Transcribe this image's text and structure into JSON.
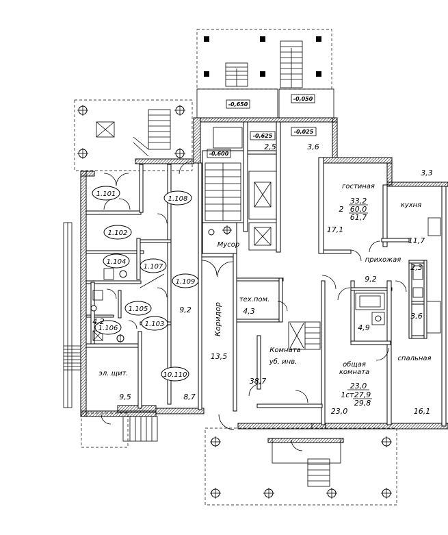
{
  "rooms": {
    "r1101": "1.101",
    "r1102": "1.102",
    "r1103": "1.103",
    "r1104": "1.104",
    "r1105": "1.105",
    "r1106": "1.106",
    "r1107": "1.107",
    "r1108": "1.108",
    "r1109": "1.109",
    "r10110": "10.110"
  },
  "levels": {
    "l1": "-0,650",
    "l2": "-0,050",
    "l3": "-0,625",
    "l4": "-0,025",
    "l5": "-0,600"
  },
  "labels": {
    "garbage": "Мусор",
    "corridor": "Коридор",
    "tech_room": "тех.пом.",
    "room_line1": "Комната",
    "room_line2": "уб. инв.",
    "elec_room": "эл. щит.",
    "living": "гостиная",
    "kitchen": "кухня",
    "hallway": "прихожая",
    "common_line1": "общая",
    "common_line2": "комната",
    "bedroom": "спальная"
  },
  "areas": {
    "a2_5": "2,5",
    "a3_6_top": "3,6",
    "a3_3": "3,3",
    "a17_1": "17,1",
    "a11_7": "11,7",
    "a9_2_right": "9,2",
    "a2_3": "2,3",
    "a3_6_bath": "3,6",
    "a4_9": "4,9",
    "a9_2_left": "9,2",
    "a4_2": "4,2",
    "a4_3": "4,3",
    "a13_5": "13,5",
    "a38_7": "38,7",
    "a9_5": "9,5",
    "a8_7": "8,7",
    "a23_0": "23,0",
    "a16_1": "16,1"
  },
  "apartments": {
    "apt2_a": "33,2",
    "apt2_num": "2",
    "apt2_b": "60,0",
    "apt2_c": "61,7",
    "apt1_a": "23,0",
    "apt1_num": "1ст",
    "apt1_b": "27,9",
    "apt1_c": "29,8"
  }
}
